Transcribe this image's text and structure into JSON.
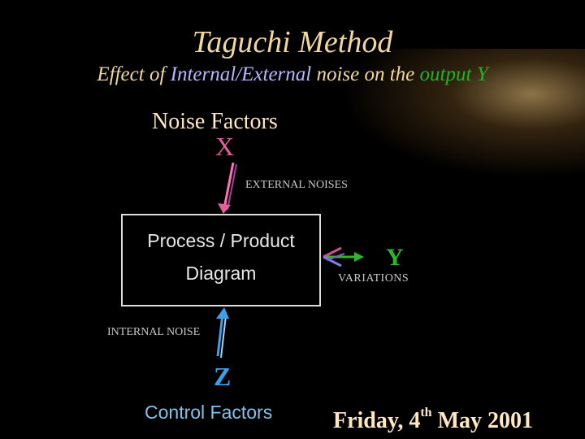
{
  "title": "Taguchi Method",
  "subtitle": {
    "part1": "Effect of ",
    "internal_external": "Internal/External",
    "part2": " noise on the ",
    "output": "output Y"
  },
  "diagram": {
    "noise_factors_label": "Noise Factors",
    "x_symbol": "X",
    "external_noises_label": "EXTERNAL NOISES",
    "process_box": {
      "line1": "Process / Product",
      "line2": "Diagram"
    },
    "y_symbol": "Y",
    "variations_label": "VARIATIONS",
    "internal_noise_label": "INTERNAL NOISE",
    "z_symbol": "Z",
    "control_factors_label": "Control Factors"
  },
  "footer": {
    "date_prefix": "Friday, 4",
    "date_sup": "th",
    "date_suffix": " May 2001"
  },
  "colors": {
    "background": "#000000",
    "title": "#f2d79c",
    "highlight_blue": "#b7b7ff",
    "highlight_green": "#1fb51f",
    "x_arrow": "#e0609a",
    "z_arrow": "#3ea0e8",
    "y_arrow": "#2fb52f"
  }
}
